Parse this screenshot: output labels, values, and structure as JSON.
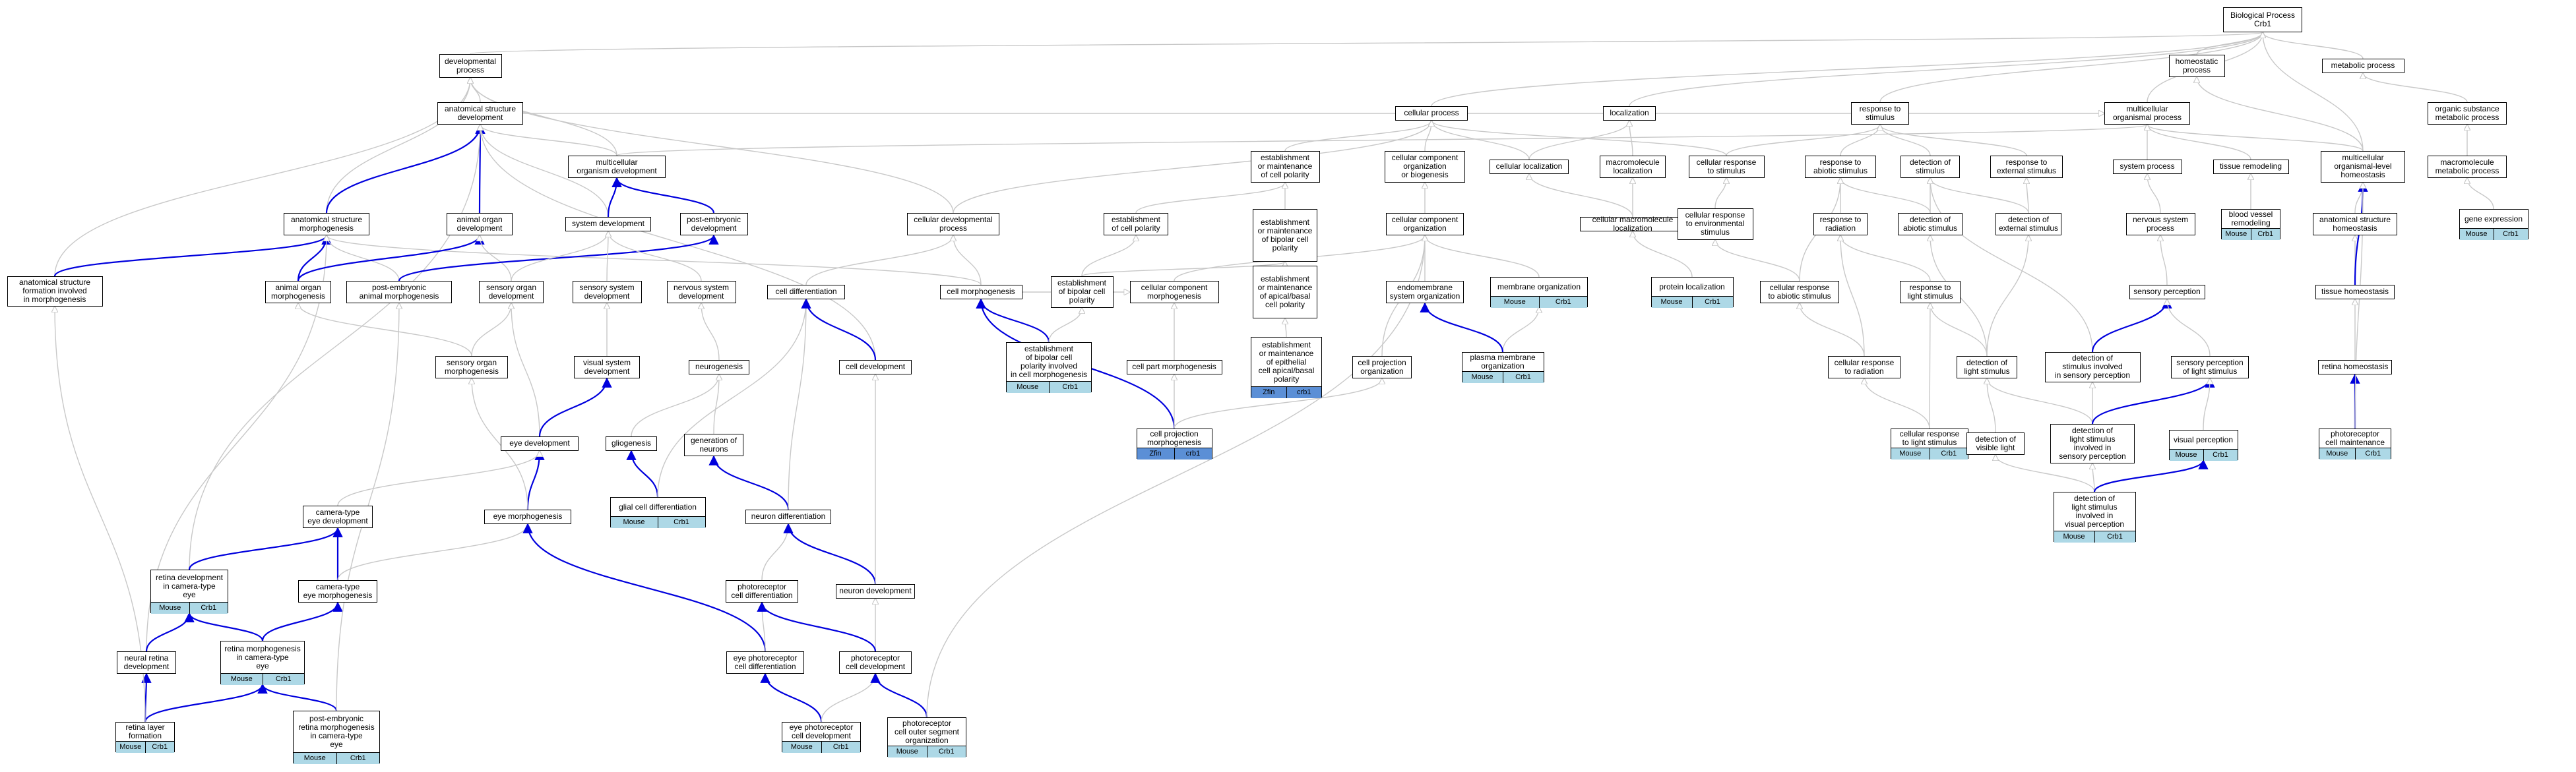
{
  "colors": {
    "grey_edge": "#c8c8c8",
    "blue_edge": "#0000dd",
    "mouse_badge": "#add8e6",
    "zfin_badge": "#5b8fd6"
  },
  "nodes": [
    {
      "id": "bp",
      "label": "Biological Process\nCrb1"
    },
    {
      "id": "devproc",
      "label": "developmental\nprocess"
    },
    {
      "id": "asd",
      "label": "anatomical structure\ndevelopment"
    },
    {
      "id": "mod",
      "label": "multicellular\norganism development"
    },
    {
      "id": "asm",
      "label": "anatomical structure\nmorphogenesis"
    },
    {
      "id": "aod",
      "label": "animal organ\ndevelopment"
    },
    {
      "id": "sysdev",
      "label": "system development"
    },
    {
      "id": "ped",
      "label": "post-embryonic\ndevelopment"
    },
    {
      "id": "asfim",
      "label": "anatomical structure\nformation involved\nin morphogenesis"
    },
    {
      "id": "aom",
      "label": "animal organ\nmorphogenesis"
    },
    {
      "id": "peam",
      "label": "post-embryonic\nanimal morphogenesis"
    },
    {
      "id": "sod",
      "label": "sensory organ\ndevelopment"
    },
    {
      "id": "ssd",
      "label": "sensory system\ndevelopment"
    },
    {
      "id": "nsd",
      "label": "nervous system\ndevelopment"
    },
    {
      "id": "som",
      "label": "sensory organ\nmorphogenesis"
    },
    {
      "id": "vsd",
      "label": "visual system\ndevelopment"
    },
    {
      "id": "neurogen",
      "label": "neurogenesis"
    },
    {
      "id": "gliogen",
      "label": "gliogenesis"
    },
    {
      "id": "genneu",
      "label": "generation of\nneurons"
    },
    {
      "id": "gcd",
      "label": "glial cell differentiation",
      "badges": [
        "Mouse",
        "Crb1"
      ]
    },
    {
      "id": "eyedev",
      "label": "eye development"
    },
    {
      "id": "eyemorph",
      "label": "eye morphogenesis"
    },
    {
      "id": "cted",
      "label": "camera-type\neye development"
    },
    {
      "id": "ctem",
      "label": "camera-type\neye morphogenesis"
    },
    {
      "id": "rdcte",
      "label": "retina development\nin camera-type\neye",
      "badges": [
        "Mouse",
        "Crb1"
      ]
    },
    {
      "id": "nrd",
      "label": "neural retina\ndevelopment"
    },
    {
      "id": "rmcte",
      "label": "retina morphogenesis\nin camera-type\neye",
      "badges": [
        "Mouse",
        "Crb1"
      ]
    },
    {
      "id": "rlf",
      "label": "retina layer\nformation",
      "badges": [
        "Mouse",
        "Crb1"
      ]
    },
    {
      "id": "perm",
      "label": "post-embryonic\nretina morphogenesis\nin camera-type\neye",
      "badges": [
        "Mouse",
        "Crb1"
      ]
    },
    {
      "id": "celldiff",
      "label": "cell differentiation"
    },
    {
      "id": "celldev",
      "label": "cell development"
    },
    {
      "id": "neurdiff",
      "label": "neuron differentiation"
    },
    {
      "id": "prcd",
      "label": "photoreceptor\ncell differentiation"
    },
    {
      "id": "neurdev",
      "label": "neuron development"
    },
    {
      "id": "eprcd",
      "label": "eye photoreceptor\ncell differentiation"
    },
    {
      "id": "prcdev",
      "label": "photoreceptor\ncell development"
    },
    {
      "id": "eprcdev",
      "label": "eye photoreceptor\ncell development",
      "badges": [
        "Mouse",
        "Crb1"
      ]
    },
    {
      "id": "prcoso",
      "label": "photoreceptor\ncell outer segment\norganization",
      "badges": [
        "Mouse",
        "Crb1"
      ]
    },
    {
      "id": "cellproc",
      "label": "cellular process"
    },
    {
      "id": "cdp",
      "label": "cellular developmental\nprocess"
    },
    {
      "id": "cellmorph",
      "label": "cell morphogenesis"
    },
    {
      "id": "emcp",
      "label": "establishment\nor maintenance\nof cell polarity"
    },
    {
      "id": "ecp",
      "label": "establishment\nof cell polarity"
    },
    {
      "id": "emebcp",
      "label": "establishment\nor maintenance\nof bipolar cell\npolarity"
    },
    {
      "id": "ebcp",
      "label": "establishment\nof bipolar cell\npolarity"
    },
    {
      "id": "ebcpcm",
      "label": "establishment\nof bipolar cell\npolarity involved\nin cell morphogenesis",
      "badges": [
        "Mouse",
        "Crb1"
      ]
    },
    {
      "id": "emabcp",
      "label": "establishment\nor maintenance\nof apical/basal\ncell polarity"
    },
    {
      "id": "emeabcp",
      "label": "establishment\nor maintenance\nof epithelial\ncell apical/basal\npolarity",
      "badges": [
        "Zfin",
        "crb1"
      ],
      "badgeColor": "zfin"
    },
    {
      "id": "ccm",
      "label": "cellular component\nmorphogenesis"
    },
    {
      "id": "cpm",
      "label": "cell part morphogenesis"
    },
    {
      "id": "cprojm",
      "label": "cell projection\nmorphogenesis",
      "badges": [
        "Zfin",
        "crb1"
      ],
      "badgeColor": "zfin"
    },
    {
      "id": "ccob",
      "label": "cellular component\norganization\nor biogenesis"
    },
    {
      "id": "cco",
      "label": "cellular component\norganization"
    },
    {
      "id": "emso",
      "label": "endomembrane\nsystem organization"
    },
    {
      "id": "memorg",
      "label": "membrane organization",
      "badges": [
        "Mouse",
        "Crb1"
      ]
    },
    {
      "id": "pmo",
      "label": "plasma membrane\norganization",
      "badges": [
        "Mouse",
        "Crb1"
      ]
    },
    {
      "id": "cpo",
      "label": "cell projection\norganization"
    },
    {
      "id": "loc",
      "label": "localization"
    },
    {
      "id": "cellloc",
      "label": "cellular localization"
    },
    {
      "id": "macloc",
      "label": "macromolecule\nlocalization"
    },
    {
      "id": "cmacloc",
      "label": "cellular macromolecule\nlocalization"
    },
    {
      "id": "protloc",
      "label": "protein localization",
      "badges": [
        "Mouse",
        "Crb1"
      ]
    },
    {
      "id": "rts",
      "label": "response to\nstimulus"
    },
    {
      "id": "crs",
      "label": "cellular response\nto stimulus"
    },
    {
      "id": "cres",
      "label": "cellular response\nto environmental\nstimulus"
    },
    {
      "id": "rtas",
      "label": "response to\nabiotic stimulus"
    },
    {
      "id": "crtas",
      "label": "cellular response\nto abiotic stimulus"
    },
    {
      "id": "rtr",
      "label": "response to\nradiation"
    },
    {
      "id": "crtr",
      "label": "cellular response\nto radiation"
    },
    {
      "id": "rtls",
      "label": "response to\nlight stimulus"
    },
    {
      "id": "crtls",
      "label": "cellular response\nto light stimulus",
      "badges": [
        "Mouse",
        "Crb1"
      ]
    },
    {
      "id": "dos",
      "label": "detection of\nstimulus"
    },
    {
      "id": "rtes",
      "label": "response to\nexternal stimulus"
    },
    {
      "id": "doas",
      "label": "detection of\nabiotic stimulus"
    },
    {
      "id": "does",
      "label": "detection of\nexternal stimulus"
    },
    {
      "id": "dols",
      "label": "detection of\nlight stimulus"
    },
    {
      "id": "dovl",
      "label": "detection of\nvisible light"
    },
    {
      "id": "mop",
      "label": "multicellular\norganismal process"
    },
    {
      "id": "sysproc",
      "label": "system process"
    },
    {
      "id": "nsp",
      "label": "nervous system\nprocess"
    },
    {
      "id": "sensperc",
      "label": "sensory perception"
    },
    {
      "id": "dosisp",
      "label": "detection of\nstimulus involved\nin sensory perception"
    },
    {
      "id": "dolsisp",
      "label": "detection of\nlight stimulus\ninvolved in\nsensory perception"
    },
    {
      "id": "spls",
      "label": "sensory perception\nof light stimulus"
    },
    {
      "id": "visperc",
      "label": "visual perception",
      "badges": [
        "Mouse",
        "Crb1"
      ]
    },
    {
      "id": "dolsivp",
      "label": "detection of\nlight stimulus\ninvolved in\nvisual perception",
      "badges": [
        "Mouse",
        "Crb1"
      ]
    },
    {
      "id": "tissrem",
      "label": "tissue remodeling"
    },
    {
      "id": "bvr",
      "label": "blood vessel\nremodeling",
      "badges": [
        "Mouse",
        "Crb1"
      ]
    },
    {
      "id": "homproc",
      "label": "homeostatic\nprocess"
    },
    {
      "id": "molh",
      "label": "multicellular\norganismal-level\nhomeostasis"
    },
    {
      "id": "ash",
      "label": "anatomical structure\nhomeostasis"
    },
    {
      "id": "tissh",
      "label": "tissue homeostasis"
    },
    {
      "id": "reth",
      "label": "retina homeostasis"
    },
    {
      "id": "prcm",
      "label": "photoreceptor\ncell maintenance",
      "badges": [
        "Mouse",
        "Crb1"
      ]
    },
    {
      "id": "metproc",
      "label": "metabolic process"
    },
    {
      "id": "osmp",
      "label": "organic substance\nmetabolic process"
    },
    {
      "id": "mmp",
      "label": "macromolecule\nmetabolic process"
    },
    {
      "id": "geneexp",
      "label": "gene expression",
      "badges": [
        "Mouse",
        "Crb1"
      ]
    }
  ],
  "edges": [
    [
      "devproc",
      "bp",
      "g"
    ],
    [
      "cellproc",
      "bp",
      "g"
    ],
    [
      "loc",
      "bp",
      "g"
    ],
    [
      "rts",
      "bp",
      "g"
    ],
    [
      "mop",
      "bp",
      "g"
    ],
    [
      "homproc",
      "bp",
      "g"
    ],
    [
      "metproc",
      "bp",
      "g"
    ],
    [
      "molh",
      "bp",
      "g"
    ],
    [
      "asd",
      "devproc",
      "g"
    ],
    [
      "mod",
      "devproc",
      "g"
    ],
    [
      "asm",
      "devproc",
      "g"
    ],
    [
      "cdp",
      "devproc",
      "g"
    ],
    [
      "asfim",
      "devproc",
      "g"
    ],
    [
      "mod",
      "asd",
      "g"
    ],
    [
      "asm",
      "asd",
      "b"
    ],
    [
      "aod",
      "asd",
      "b"
    ],
    [
      "sysdev",
      "asd",
      "g"
    ],
    [
      "celldev",
      "asd",
      "g"
    ],
    [
      "rdcte",
      "asd",
      "g"
    ],
    [
      "sysdev",
      "mod",
      "b"
    ],
    [
      "ped",
      "mod",
      "b"
    ],
    [
      "mod",
      "mop",
      "g"
    ],
    [
      "cdp",
      "cellproc",
      "g"
    ],
    [
      "asfim",
      "asm",
      "b"
    ],
    [
      "aom",
      "asm",
      "b"
    ],
    [
      "peam",
      "asm",
      "g"
    ],
    [
      "cellmorph",
      "asm",
      "g"
    ],
    [
      "nrd",
      "asm",
      "g"
    ],
    [
      "aom",
      "aod",
      "b"
    ],
    [
      "sod",
      "aod",
      "g"
    ],
    [
      "peam",
      "ped",
      "b"
    ],
    [
      "sod",
      "sysdev",
      "g"
    ],
    [
      "ssd",
      "sysdev",
      "g"
    ],
    [
      "nsd",
      "sysdev",
      "g"
    ],
    [
      "som",
      "aom",
      "g"
    ],
    [
      "som",
      "sod",
      "g"
    ],
    [
      "eyedev",
      "sod",
      "g"
    ],
    [
      "vsd",
      "ssd",
      "g"
    ],
    [
      "eyedev",
      "vsd",
      "b"
    ],
    [
      "neurogen",
      "nsd",
      "g"
    ],
    [
      "gliogen",
      "neurogen",
      "g"
    ],
    [
      "genneu",
      "neurogen",
      "g"
    ],
    [
      "neurdiff",
      "genneu",
      "b"
    ],
    [
      "gcd",
      "gliogen",
      "b"
    ],
    [
      "gcd",
      "celldiff",
      "g"
    ],
    [
      "neurdiff",
      "celldiff",
      "g"
    ],
    [
      "celldev",
      "celldiff",
      "b"
    ],
    [
      "celldiff",
      "cdp",
      "g"
    ],
    [
      "cellmorph",
      "cdp",
      "g"
    ],
    [
      "eyemorph",
      "eyedev",
      "b"
    ],
    [
      "eyemorph",
      "som",
      "g"
    ],
    [
      "cted",
      "eyedev",
      "g"
    ],
    [
      "ctem",
      "cted",
      "b"
    ],
    [
      "ctem",
      "eyemorph",
      "g"
    ],
    [
      "rdcte",
      "cted",
      "b"
    ],
    [
      "rmcte",
      "ctem",
      "b"
    ],
    [
      "rmcte",
      "rdcte",
      "b"
    ],
    [
      "nrd",
      "rdcte",
      "b"
    ],
    [
      "rlf",
      "nrd",
      "b"
    ],
    [
      "rlf",
      "rmcte",
      "b"
    ],
    [
      "perm",
      "rmcte",
      "b"
    ],
    [
      "perm",
      "peam",
      "g"
    ],
    [
      "rlf",
      "asfim",
      "g"
    ],
    [
      "eprcd",
      "eyemorph",
      "b"
    ],
    [
      "prcd",
      "neurdiff",
      "g"
    ],
    [
      "eprcd",
      "prcd",
      "g"
    ],
    [
      "neurdev",
      "neurdiff",
      "b"
    ],
    [
      "neurdev",
      "celldev",
      "g"
    ],
    [
      "prcdev",
      "neurdev",
      "g"
    ],
    [
      "prcdev",
      "prcd",
      "b"
    ],
    [
      "eprcdev",
      "eprcd",
      "b"
    ],
    [
      "eprcdev",
      "prcdev",
      "g"
    ],
    [
      "prcoso",
      "prcdev",
      "b"
    ],
    [
      "prcoso",
      "cco",
      "g"
    ],
    [
      "cellmorph",
      "ccm",
      "g"
    ],
    [
      "ebcpcm",
      "cellmorph",
      "b"
    ],
    [
      "cprojm",
      "cellmorph",
      "b"
    ],
    [
      "emcp",
      "cellproc",
      "g"
    ],
    [
      "ecp",
      "emcp",
      "g"
    ],
    [
      "ebcp",
      "ecp",
      "g"
    ],
    [
      "emebcp",
      "emcp",
      "g"
    ],
    [
      "ebcp",
      "emebcp",
      "g"
    ],
    [
      "ebcpcm",
      "ebcp",
      "g"
    ],
    [
      "emabcp",
      "emebcp",
      "g"
    ],
    [
      "emeabcp",
      "emabcp",
      "g"
    ],
    [
      "ccm",
      "cco",
      "g"
    ],
    [
      "cpm",
      "ccm",
      "g"
    ],
    [
      "cprojm",
      "cpm",
      "g"
    ],
    [
      "cprojm",
      "cpo",
      "g"
    ],
    [
      "ccob",
      "cellproc",
      "g"
    ],
    [
      "cco",
      "ccob",
      "g"
    ],
    [
      "emso",
      "cco",
      "g"
    ],
    [
      "memorg",
      "cco",
      "g"
    ],
    [
      "pmo",
      "memorg",
      "g"
    ],
    [
      "pmo",
      "emso",
      "b"
    ],
    [
      "cpo",
      "cco",
      "g"
    ],
    [
      "cellloc",
      "loc",
      "g"
    ],
    [
      "macloc",
      "loc",
      "g"
    ],
    [
      "cellloc",
      "cellproc",
      "g"
    ],
    [
      "cmacloc",
      "cellloc",
      "g"
    ],
    [
      "cmacloc",
      "macloc",
      "g"
    ],
    [
      "protloc",
      "cmacloc",
      "g"
    ],
    [
      "crs",
      "rts",
      "g"
    ],
    [
      "crs",
      "cellproc",
      "g"
    ],
    [
      "cres",
      "crs",
      "g"
    ],
    [
      "rtas",
      "rts",
      "g"
    ],
    [
      "dos",
      "rts",
      "g"
    ],
    [
      "rtes",
      "rts",
      "g"
    ],
    [
      "crtas",
      "cres",
      "g"
    ],
    [
      "crtas",
      "rtas",
      "g"
    ],
    [
      "rtr",
      "rtas",
      "g"
    ],
    [
      "crtr",
      "rtr",
      "g"
    ],
    [
      "crtr",
      "crtas",
      "g"
    ],
    [
      "rtls",
      "rtr",
      "g"
    ],
    [
      "crtls",
      "rtls",
      "g"
    ],
    [
      "crtls",
      "crtr",
      "g"
    ],
    [
      "doas",
      "dos",
      "g"
    ],
    [
      "doas",
      "rtas",
      "g"
    ],
    [
      "does",
      "dos",
      "g"
    ],
    [
      "does",
      "rtes",
      "g"
    ],
    [
      "dols",
      "doas",
      "g"
    ],
    [
      "dols",
      "does",
      "g"
    ],
    [
      "dols",
      "rtls",
      "g"
    ],
    [
      "dovl",
      "dols",
      "g"
    ],
    [
      "sysproc",
      "mop",
      "g"
    ],
    [
      "nsp",
      "sysproc",
      "g"
    ],
    [
      "sensperc",
      "nsp",
      "g"
    ],
    [
      "dosisp",
      "dos",
      "g"
    ],
    [
      "dosisp",
      "sensperc",
      "b"
    ],
    [
      "spls",
      "sensperc",
      "g"
    ],
    [
      "dolsisp",
      "dosisp",
      "g"
    ],
    [
      "dolsisp",
      "dols",
      "g"
    ],
    [
      "dolsisp",
      "spls",
      "b"
    ],
    [
      "visperc",
      "spls",
      "g"
    ],
    [
      "dolsivp",
      "dolsisp",
      "g"
    ],
    [
      "dolsivp",
      "dovl",
      "g"
    ],
    [
      "dolsivp",
      "visperc",
      "b"
    ],
    [
      "tissrem",
      "mop",
      "g"
    ],
    [
      "bvr",
      "tissrem",
      "g"
    ],
    [
      "molh",
      "mop",
      "g"
    ],
    [
      "molh",
      "homproc",
      "g"
    ],
    [
      "ash",
      "molh",
      "g"
    ],
    [
      "tissh",
      "ash",
      "g"
    ],
    [
      "tissh",
      "molh",
      "b"
    ],
    [
      "reth",
      "tissh",
      "g"
    ],
    [
      "prcm",
      "reth",
      "b"
    ],
    [
      "prcm",
      "molh",
      "g"
    ],
    [
      "osmp",
      "metproc",
      "g"
    ],
    [
      "mmp",
      "osmp",
      "g"
    ],
    [
      "geneexp",
      "mmp",
      "g"
    ],
    [
      "asd",
      "mop",
      "g"
    ]
  ]
}
